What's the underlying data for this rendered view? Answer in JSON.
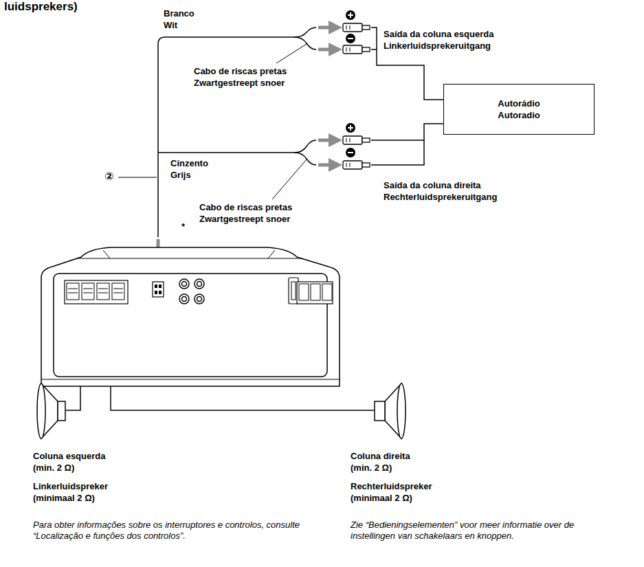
{
  "diagram": {
    "title": "luidsprekers)",
    "nodes": [
      {
        "text": [
          "Autorádio",
          "Autoradio"
        ]
      }
    ],
    "labels": [
      "Branco",
      "Wit",
      "Cabo de riscas pretas",
      "Zwartgestreept snoer",
      "Saída da coluna esquerda",
      "Linkerluidsprekeruitgang",
      "Cinzento",
      "Grijs",
      "Cabo de riscas pretas",
      "Zwartgestreept snoer",
      "Saída da coluna direita",
      "Rechterluidsprekeruitgang",
      "②",
      "*",
      "Coluna esquerda",
      "(min. 2 Ω)",
      "Linkerluidspreker",
      "(minimaal 2 Ω)",
      "Coluna direita",
      "(min. 2 Ω)",
      "Rechterluidspreker",
      "(minimaal 2 Ω)",
      "Para obter informações sobre os interruptores e controlos, consulte “Localização e funções dos controlos”.",
      "Zie “Bedieningselementen” voor meer informatie over de instellingen van schakelaars en knoppen."
    ]
  }
}
